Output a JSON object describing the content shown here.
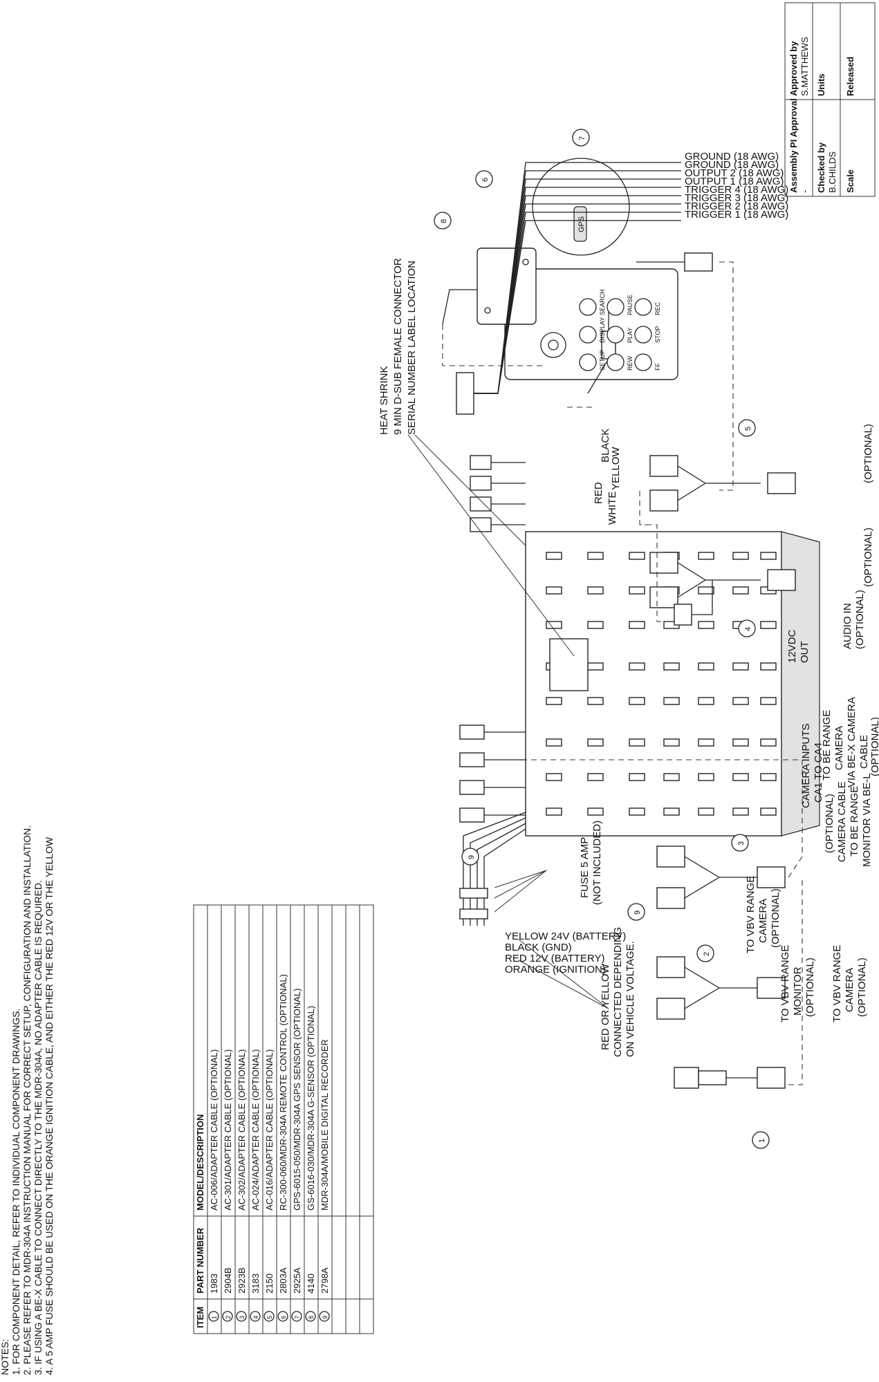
{
  "notes": {
    "heading": "NOTES:",
    "items": [
      "1. FOR COMPONENT DETAIL, REFER TO INDIVIDUAL COMPONENT DRAWINGS.",
      "2. PLEASE REFER TO MDR-304A INSTRUCTION MANUAL FOR CORRECT SETUP, CONFIGURATION AND INSTALLATION.",
      "3. IF USING A BE-X CABLE TO CONNECT DIRECTLY TO THE MDR-304A, NO ADAPTER CABLE IS REQUIRED.",
      "4. A 5 AMP FUSE SHOULD BE USED ON THE ORANGE IGNITION CABLE, AND EITHER THE RED 12V OR THE YELLOW"
    ]
  },
  "parts_table": {
    "headers": [
      "ITEM",
      "PART NUMBER",
      "MODEL/DESCRIPTION"
    ],
    "rows": [
      {
        "item": "1",
        "part": "1983",
        "desc": "AC-006/ADAPTER CABLE (OPTIONAL)"
      },
      {
        "item": "2",
        "part": "2904B",
        "desc": "AC-301/ADAPTER CABLE (OPTIONAL)"
      },
      {
        "item": "3",
        "part": "2923B",
        "desc": "AC-302/ADAPTER CABLE (OPTIONAL)"
      },
      {
        "item": "4",
        "part": "3183",
        "desc": "AC-024/ADAPTER CABLE (OPTIONAL)"
      },
      {
        "item": "5",
        "part": "2150",
        "desc": "AC-016/ADAPTER CABLE (OPTIONAL)"
      },
      {
        "item": "6",
        "part": "2803A",
        "desc": "RC-300-060/MDR-304A REMOTE CONTROL (OPTIONAL)"
      },
      {
        "item": "7",
        "part": "2925A",
        "desc": "GPS-6015-050/MDR-304A GPS SENSOR (OPTIONAL)"
      },
      {
        "item": "8",
        "part": "4140",
        "desc": "GS-6016-030/MDR-304A G-SENSOR (OPTIONAL)"
      },
      {
        "item": "9",
        "part": "2798A",
        "desc": "MDR-304A/MOBILE DIGITAL RECORDER"
      }
    ]
  },
  "power_labels": {
    "yellow": "YELLOW 24V (BATTERY)",
    "black": "BLACK (GND)",
    "red": "RED 12V (BATTERY)",
    "orange": "ORANGE (IGNITION)",
    "red_or_yellow": [
      "RED OR YELLOW",
      "CONNECTED DEPENDING",
      "ON VEHICLE VOLTAGE."
    ],
    "fuse": [
      "FUSE 5 AMP",
      "(NOT INCLUDED)"
    ]
  },
  "camera_labels": {
    "vbv_camera_1": [
      "TO VBV RANGE",
      "CAMERA",
      "(OPTIONAL)"
    ],
    "vbv_monitor": [
      "TO VBV RANGE",
      "MONITOR",
      "(OPTIONAL)"
    ],
    "vbv_camera_2": [
      "TO VBV RANGE",
      "CAMERA",
      "(OPTIONAL)"
    ],
    "be_monitor": [
      "TO BE RANGE",
      "MONITOR VIA BE-L",
      "CAMERA CABLE",
      "(OPTIONAL)"
    ],
    "be_camera": [
      "TO BE RANGE",
      "CAMERA",
      "VIA BE-X CAMERA",
      "CABLE",
      "(OPTIONAL)"
    ],
    "camera_inputs": [
      "CAMERA INPUTS",
      "CA1 TO CA4"
    ]
  },
  "av_labels": {
    "audio_in": [
      "AUDIO IN",
      "(OPTIONAL)"
    ],
    "twelve_vdc": [
      "12VDC",
      "OUT"
    ],
    "optional_4": "(OPTIONAL)",
    "optional_5": "(OPTIONAL)",
    "white": "WHITE",
    "red": "RED",
    "yellow": "YELLOW",
    "black": "BLACK"
  },
  "remote_buttons": [
    "SETUP",
    "DISPLAY",
    "SEARCH",
    "REW",
    "PLAY",
    "PAUSE",
    "FF",
    "STOP",
    "REC"
  ],
  "gps_badge": "GPS",
  "misc_labels": {
    "heat_shrink": "HEAT SHRINK",
    "dsub": "9 MIN D-SUB FEMALE CONNECTOR",
    "serial": "SERIAL NUMBER LABEL LOCATION"
  },
  "io_wires": [
    "TRIGGER 1 (18 AWG)",
    "TRIGGER 2 (18 AWG)",
    "TRIGGER 3 (18 AWG)",
    "TRIGGER 4 (18 AWG)",
    "OUTPUT 1 (18 AWG)",
    "OUTPUT 2 (18 AWG)",
    "GROUND (18 AWG)",
    "GROUND (18 AWG)"
  ],
  "balloons": [
    "1",
    "2",
    "3",
    "4",
    "5",
    "6",
    "7",
    "8",
    "9",
    "9"
  ],
  "title_block": {
    "assembly_label": "Assembly PI Approval",
    "assembly_value": "-",
    "approved_label": "Approved by",
    "approved_value": "S.MATTHEWS",
    "checked_label": "Checked by",
    "checked_value": "B.CHILDS",
    "units_label": "Units",
    "scale_label": "Scale",
    "released_label": "Released"
  }
}
